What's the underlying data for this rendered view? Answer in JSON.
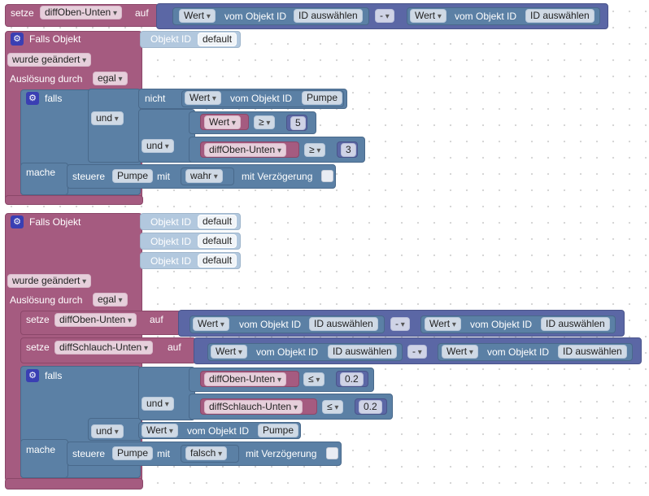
{
  "w": {
    "setze": "setze",
    "auf": "auf",
    "wert": "Wert",
    "vom_objekt_id": "vom Objekt ID",
    "id_auswaehlen": "ID auswählen",
    "minus": "-",
    "falls_objekt": "Falls Objekt",
    "objekt_id": "Objekt ID",
    "default": "default",
    "wurde_geaendert": "wurde geändert",
    "ausloesung_durch": "Auslösung durch",
    "egal": "egal",
    "falls": "falls",
    "nicht": "nicht",
    "pumpe": "Pumpe",
    "und": "und",
    "ge": "≥",
    "le": "≤",
    "mache": "mache",
    "steuere": "steuere",
    "mit": "mit",
    "wahr": "wahr",
    "falsch": "falsch",
    "mit_verzoegerung": "mit Verzögerung"
  },
  "vars": {
    "diff_oben_unten": "diffOben-Unten",
    "diff_schlauch_unten": "diffSchlauch-Unten"
  },
  "nums": {
    "n5": "5",
    "n3": "3",
    "n02a": "0.2",
    "n02b": "0.2"
  },
  "colors": {
    "events": "#a55b80",
    "logic": "#5b80a5",
    "math": "#5b67a5",
    "config": "#b2c8de"
  }
}
